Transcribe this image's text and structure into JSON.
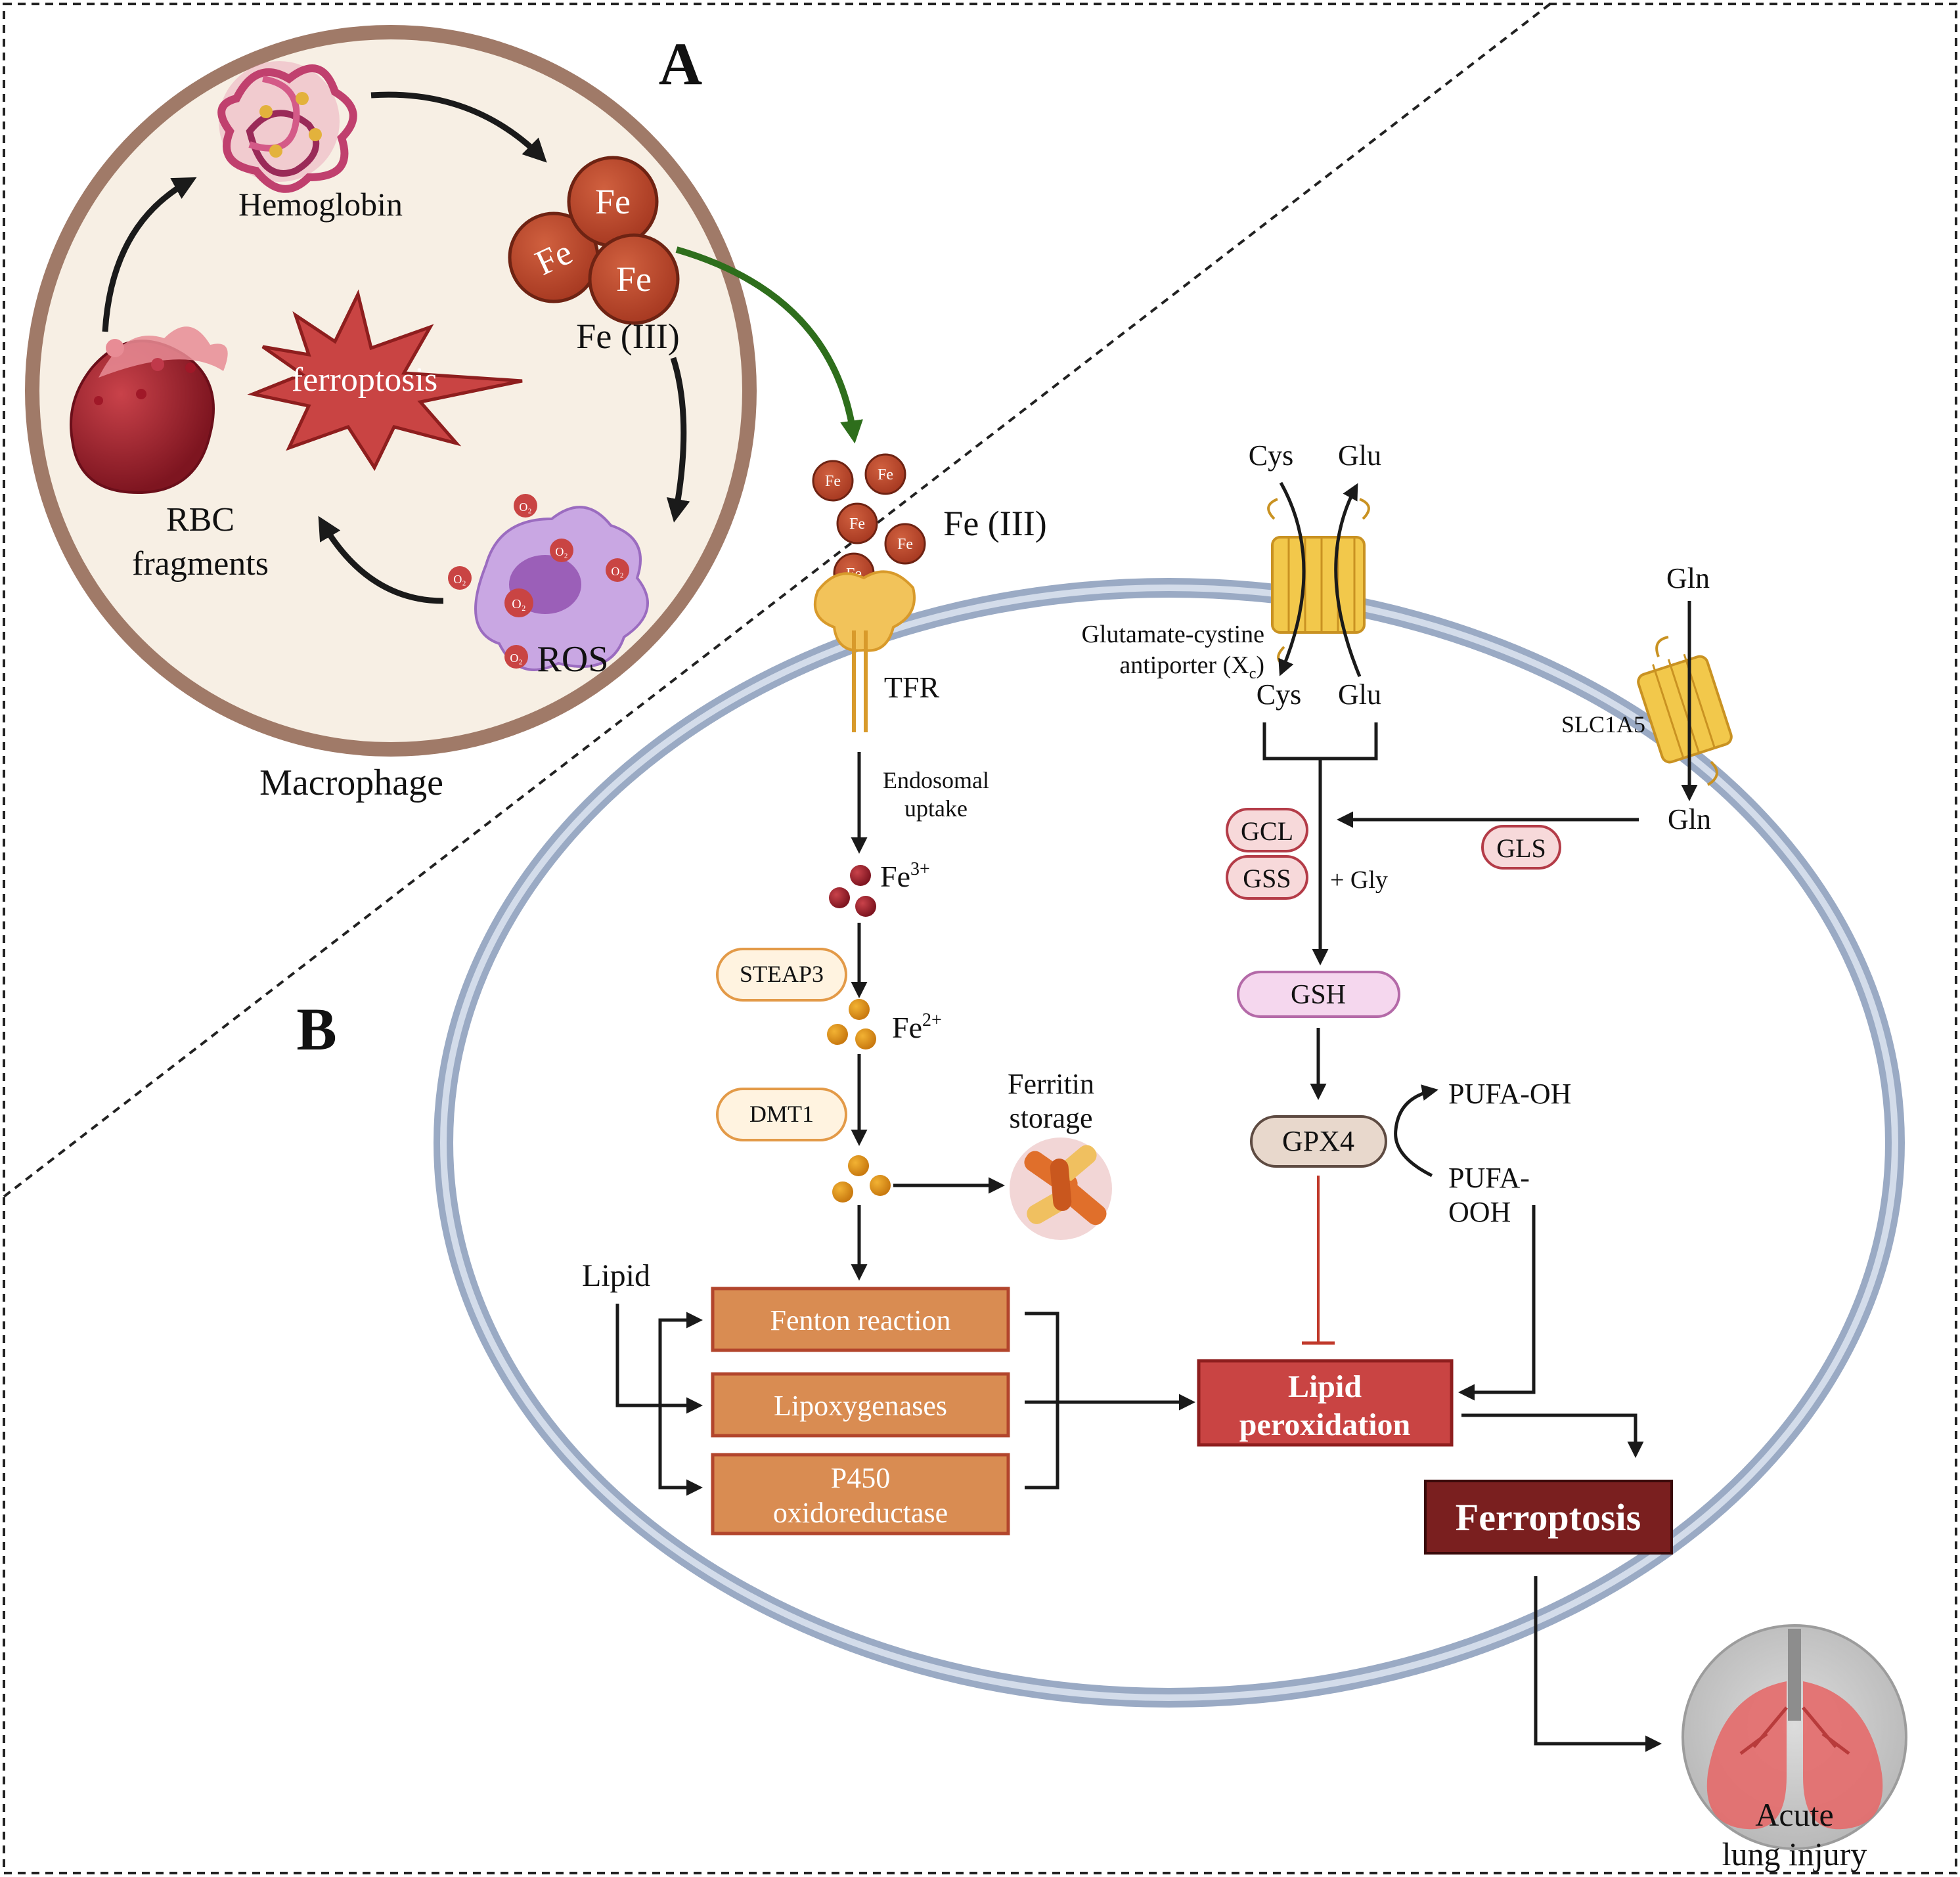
{
  "panel_a": {
    "letter": "A",
    "hemoglobin": "Hemoglobin",
    "fe_ball": "Fe",
    "fe_iii": "Fe (III)",
    "ferroptosis": "ferroptosis",
    "rbc_line1": "RBC",
    "rbc_line2": "fragments",
    "ros": "ROS",
    "ros_badge": "O₂",
    "macrophage": "Macrophage"
  },
  "panel_b": {
    "letter": "B",
    "fe_small": "Fe",
    "fe_iii": "Fe (III)",
    "tfr": "TFR",
    "endosomal_line1": "Endosomal",
    "endosomal_line2": "uptake",
    "fe3_base": "Fe",
    "fe3_sup": "3+",
    "steap3": "STEAP3",
    "fe2_base": "Fe",
    "fe2_sup": "2+",
    "dmt1": "DMT1",
    "ferritin_line1": "Ferritin",
    "ferritin_line2": "storage",
    "lipid": "Lipid",
    "fenton": "Fenton reaction",
    "lipoxygenases": "Lipoxygenases",
    "p450_line1": "P450",
    "p450_line2": "oxidoreductase",
    "lipid_perox_line1": "Lipid",
    "lipid_perox_line2": "peroxidation",
    "ferroptosis": "Ferroptosis",
    "cys_top": "Cys",
    "glu_top": "Glu",
    "antiporter_line1": "Glutamate-cystine",
    "antiporter_line2_pre": "antiporter (X",
    "antiporter_sub": "c",
    "antiporter_line2_post": ")",
    "cys_bottom": "Cys",
    "glu_bottom": "Glu",
    "gln_top": "Gln",
    "slc1a5": "SLC1A5",
    "gln_bottom": "Gln",
    "gcl": "GCL",
    "gss": "GSS",
    "gly": "+ Gly",
    "gls": "GLS",
    "gsh": "GSH",
    "gpx4": "GPX4",
    "pufa_oh": "PUFA-OH",
    "pufa_ooh_line1": "PUFA-",
    "pufa_ooh_line2": "OOH",
    "acute_line1": "Acute",
    "acute_line2": "lung injury"
  },
  "colors": {
    "macrophage_ring": "#a07a68",
    "macrophage_fill": "#f7efe4",
    "cell_membrane": "#9aaac4",
    "fe_ball": "#b8452c",
    "orange_box": "#d98c52",
    "lipid_perox": "#c94443",
    "ferroptosis_box": "#7a1f1f",
    "green_arrow": "#2e6e1c",
    "inhibit_red": "#c0392b"
  }
}
